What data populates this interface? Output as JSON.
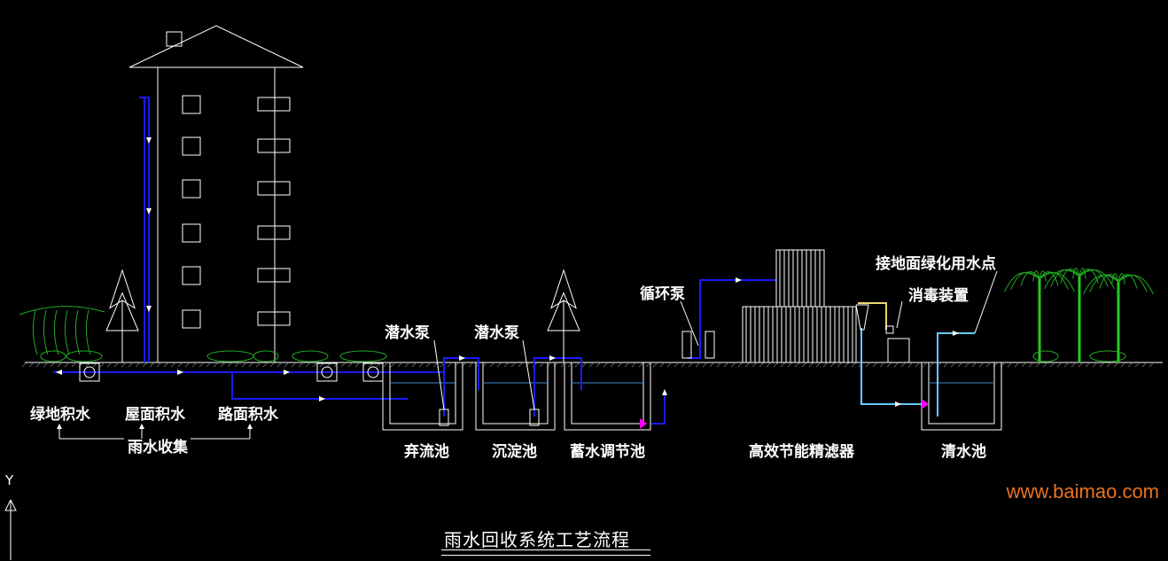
{
  "title": "雨水回收系统工艺流程",
  "watermark": "www.baimao.com",
  "axis_label": "Y",
  "labels": {
    "green_water": "绿地积水",
    "roof_water": "屋面积水",
    "road_water": "路面积水",
    "collection": "雨水收集",
    "pump1": "潜水泵",
    "pump2": "潜水泵",
    "circ_pump": "循环泵",
    "to_green": "接地面绿化用水点",
    "disinfect": "消毒装置",
    "tank_discard": "弃流池",
    "tank_settle": "沉淀池",
    "tank_store": "蓄水调节池",
    "filter": "高效节能精滤器",
    "tank_clear": "清水池"
  },
  "colors": {
    "background": "#000000",
    "line": "#ffffff",
    "pipe_blue": "#1a1aff",
    "pipe_cyan": "#66ccff",
    "pipe_yellow": "#e8d870",
    "tree_green": "#22aa22",
    "valve_magenta": "#ff00ff",
    "watermark": "#e8731f"
  }
}
